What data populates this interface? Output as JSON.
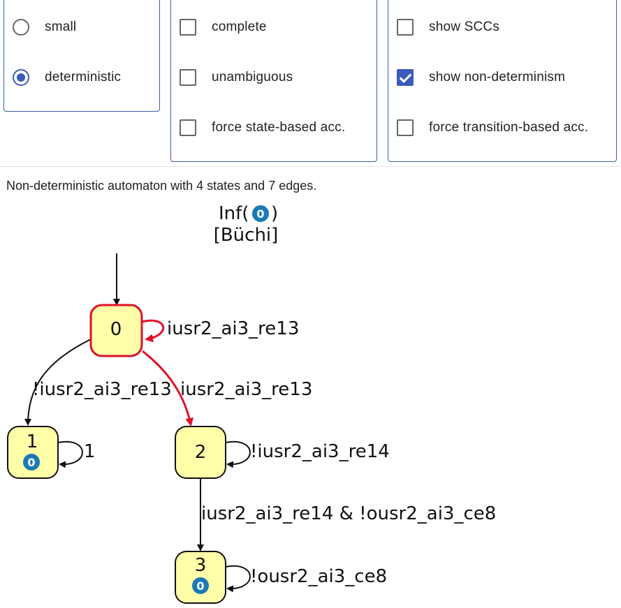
{
  "options": {
    "col1": [
      {
        "label": "small",
        "kind": "radio",
        "checked": false
      },
      {
        "label": "deterministic",
        "kind": "radio",
        "checked": true
      }
    ],
    "col2": [
      {
        "label": "complete",
        "kind": "checkbox",
        "checked": false
      },
      {
        "label": "unambiguous",
        "kind": "checkbox",
        "checked": false
      },
      {
        "label": "force state-based acc.",
        "kind": "checkbox",
        "checked": false
      }
    ],
    "col3": [
      {
        "label": "show SCCs",
        "kind": "checkbox",
        "checked": false
      },
      {
        "label": "show non-determinism",
        "kind": "checkbox",
        "checked": true
      },
      {
        "label": "force transition-based acc.",
        "kind": "checkbox",
        "checked": false
      }
    ]
  },
  "summary": "Non-deterministic automaton with 4 states and 7 edges.",
  "automaton": {
    "acceptance": {
      "prefix": "Inf(",
      "set": "0",
      "suffix": ")",
      "name": "[Büchi]"
    },
    "colors": {
      "state_fill": "#ffffaa",
      "nondet": "#e0102a",
      "acc_mark": "#1a7ab5"
    },
    "states": [
      {
        "id": "0",
        "initial": true,
        "accepting_mark": null,
        "nondeterministic": true
      },
      {
        "id": "1",
        "initial": false,
        "accepting_mark": "0",
        "nondeterministic": false
      },
      {
        "id": "2",
        "initial": false,
        "accepting_mark": null,
        "nondeterministic": false
      },
      {
        "id": "3",
        "initial": false,
        "accepting_mark": "0",
        "nondeterministic": false
      }
    ],
    "edges": [
      {
        "from": "0",
        "to": "0",
        "label": "iusr2_ai3_re13",
        "nondeterministic": true
      },
      {
        "from": "0",
        "to": "1",
        "label": "!iusr2_ai3_re13",
        "nondeterministic": false
      },
      {
        "from": "0",
        "to": "2",
        "label": "iusr2_ai3_re13",
        "nondeterministic": true
      },
      {
        "from": "1",
        "to": "1",
        "label": "1",
        "nondeterministic": false
      },
      {
        "from": "2",
        "to": "2",
        "label": "!iusr2_ai3_re14",
        "nondeterministic": false
      },
      {
        "from": "2",
        "to": "3",
        "label": "iusr2_ai3_re14 & !ousr2_ai3_ce8",
        "nondeterministic": false
      },
      {
        "from": "3",
        "to": "3",
        "label": "!ousr2_ai3_ce8",
        "nondeterministic": false
      }
    ]
  }
}
